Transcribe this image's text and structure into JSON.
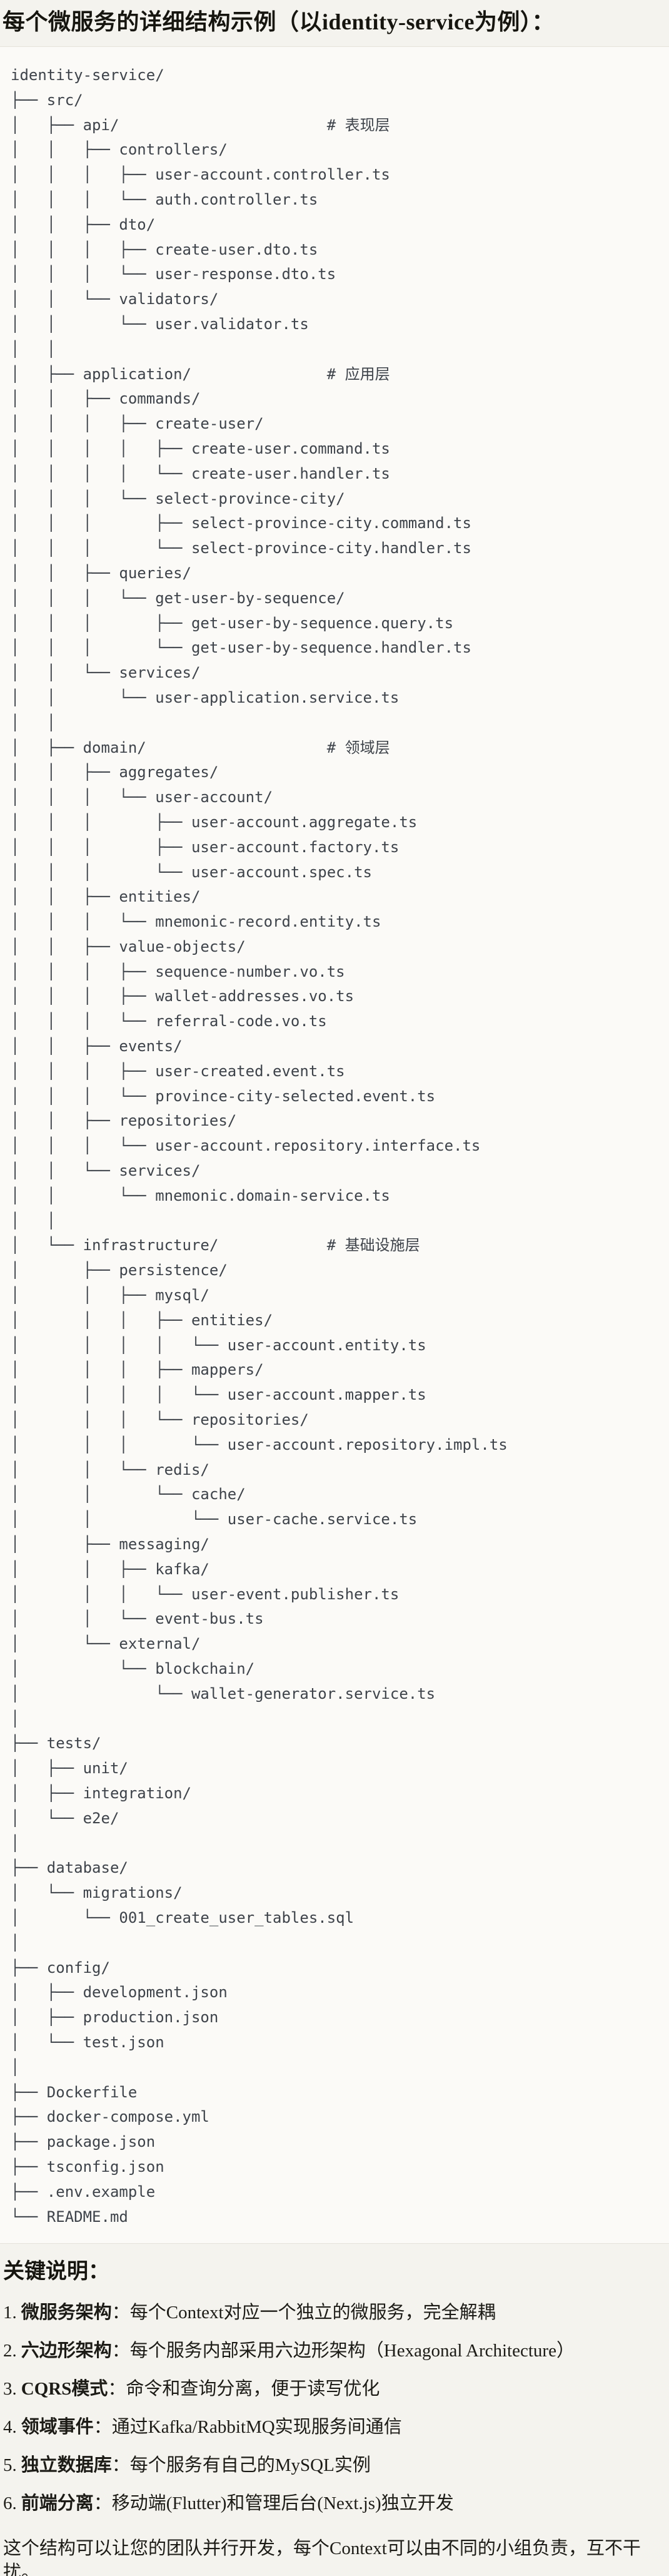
{
  "page": {
    "title": "每个微服务的详细结构示例（以identity-service为例）：",
    "code_block": {
      "description": "directory-tree",
      "lines": [
        "identity-service/",
        "├── src/",
        "│   ├── api/                       # 表现层",
        "│   │   ├── controllers/",
        "│   │   │   ├── user-account.controller.ts",
        "│   │   │   └── auth.controller.ts",
        "│   │   ├── dto/",
        "│   │   │   ├── create-user.dto.ts",
        "│   │   │   └── user-response.dto.ts",
        "│   │   └── validators/",
        "│   │       └── user.validator.ts",
        "│   │",
        "│   ├── application/               # 应用层",
        "│   │   ├── commands/",
        "│   │   │   ├── create-user/",
        "│   │   │   │   ├── create-user.command.ts",
        "│   │   │   │   └── create-user.handler.ts",
        "│   │   │   └── select-province-city/",
        "│   │   │       ├── select-province-city.command.ts",
        "│   │   │       └── select-province-city.handler.ts",
        "│   │   ├── queries/",
        "│   │   │   └── get-user-by-sequence/",
        "│   │   │       ├── get-user-by-sequence.query.ts",
        "│   │   │       └── get-user-by-sequence.handler.ts",
        "│   │   └── services/",
        "│   │       └── user-application.service.ts",
        "│   │",
        "│   ├── domain/                    # 领域层",
        "│   │   ├── aggregates/",
        "│   │   │   └── user-account/",
        "│   │   │       ├── user-account.aggregate.ts",
        "│   │   │       ├── user-account.factory.ts",
        "│   │   │       └── user-account.spec.ts",
        "│   │   ├── entities/",
        "│   │   │   └── mnemonic-record.entity.ts",
        "│   │   ├── value-objects/",
        "│   │   │   ├── sequence-number.vo.ts",
        "│   │   │   ├── wallet-addresses.vo.ts",
        "│   │   │   └── referral-code.vo.ts",
        "│   │   ├── events/",
        "│   │   │   ├── user-created.event.ts",
        "│   │   │   └── province-city-selected.event.ts",
        "│   │   ├── repositories/",
        "│   │   │   └── user-account.repository.interface.ts",
        "│   │   └── services/",
        "│   │       └── mnemonic.domain-service.ts",
        "│   │",
        "│   └── infrastructure/            # 基础设施层",
        "│       ├── persistence/",
        "│       │   ├── mysql/",
        "│       │   │   ├── entities/",
        "│       │   │   │   └── user-account.entity.ts",
        "│       │   │   ├── mappers/",
        "│       │   │   │   └── user-account.mapper.ts",
        "│       │   │   └── repositories/",
        "│       │   │       └── user-account.repository.impl.ts",
        "│       │   └── redis/",
        "│       │       └── cache/",
        "│       │           └── user-cache.service.ts",
        "│       ├── messaging/",
        "│       │   ├── kafka/",
        "│       │   │   └── user-event.publisher.ts",
        "│       │   └── event-bus.ts",
        "│       └── external/",
        "│           └── blockchain/",
        "│               └── wallet-generator.service.ts",
        "│",
        "├── tests/",
        "│   ├── unit/",
        "│   ├── integration/",
        "│   └── e2e/",
        "│",
        "├── database/",
        "│   └── migrations/",
        "│       └── 001_create_user_tables.sql",
        "│",
        "├── config/",
        "│   ├── development.json",
        "│   ├── production.json",
        "│   └── test.json",
        "│",
        "├── Dockerfile",
        "├── docker-compose.yml",
        "├── package.json",
        "├── tsconfig.json",
        "├── .env.example",
        "└── README.md"
      ]
    },
    "notes": {
      "heading": "关键说明：",
      "items": [
        {
          "num": "1.",
          "label": "微服务架构",
          "text": "：每个Context对应一个独立的微服务，完全解耦"
        },
        {
          "num": "2.",
          "label": "六边形架构",
          "text": "：每个服务内部采用六边形架构（Hexagonal Architecture）"
        },
        {
          "num": "3.",
          "label": "CQRS模式",
          "text": "：命令和查询分离，便于读写优化"
        },
        {
          "num": "4.",
          "label": "领域事件",
          "text": "：通过Kafka/RabbitMQ实现服务间通信"
        },
        {
          "num": "5.",
          "label": "独立数据库",
          "text": "：每个服务有自己的MySQL实例"
        },
        {
          "num": "6.",
          "label": "前端分离",
          "text": "：移动端(Flutter)和管理后台(Next.js)独立开发"
        }
      ],
      "footer": "这个结构可以让您的团队并行开发，每个Context可以由不同的小组负责，互不干扰。"
    }
  }
}
